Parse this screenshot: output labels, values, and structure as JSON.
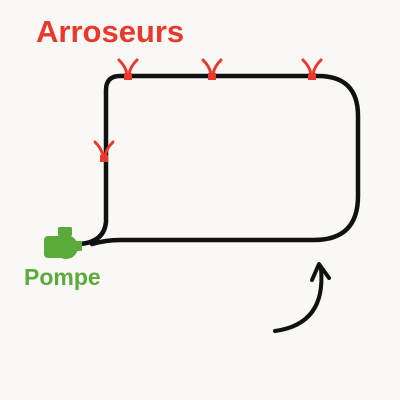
{
  "title": "Arroseurs",
  "pump": {
    "label": "Pompe",
    "icon": "pump-icon"
  },
  "sprinklers": {
    "count": 4,
    "icon": "sprinkler-icon"
  },
  "flow_arrow": {
    "icon": "curved-arrow-icon"
  },
  "colors": {
    "title": "#e8392f",
    "sprinkler": "#e8392f",
    "pump": "#5aaa3c",
    "pipe": "#111111",
    "background": "#faf8f5"
  }
}
